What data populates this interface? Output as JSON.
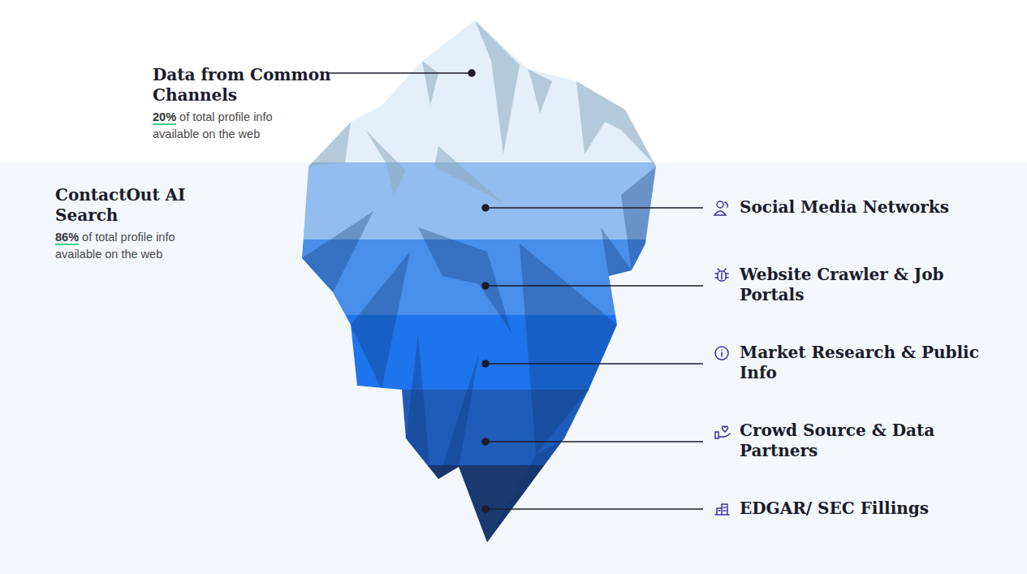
{
  "diagram": {
    "labels": [
      "Data from Common Channels",
      "20%",
      "of total profile info available on the web",
      "ContactOut AI Search",
      "86%",
      "of total profile info available on the web",
      "Social Media Networks",
      "Website Crawler & Job Portals",
      "Market Research & Public Info",
      "Crowd Source & Data Partners",
      "EDGAR/ SEC Fillings"
    ]
  }
}
